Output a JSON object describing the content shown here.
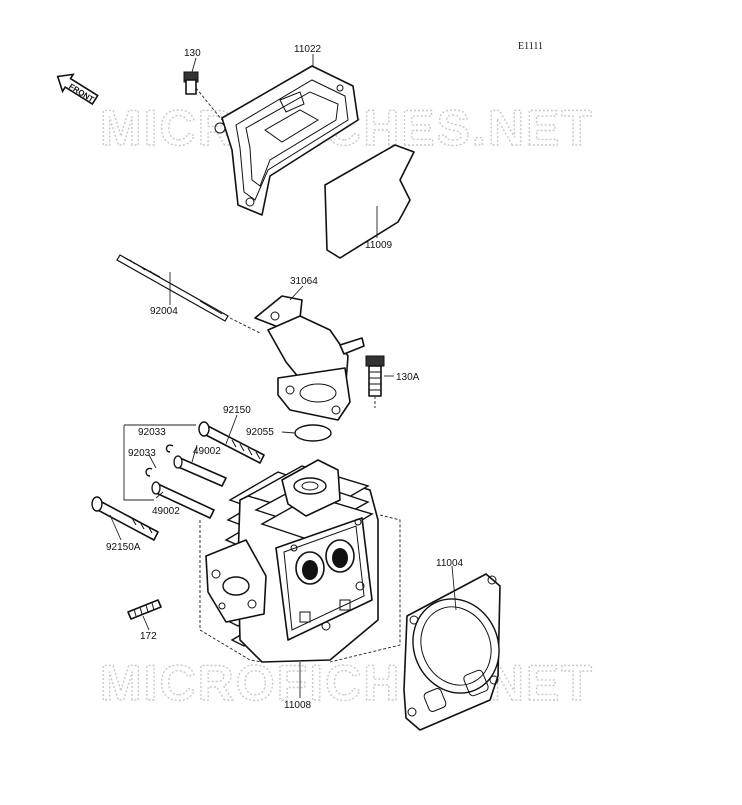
{
  "diagram": {
    "code": "E1111",
    "front_label": "FRONT",
    "watermark": "MICROFICHES.NET",
    "parts": {
      "p130": "130",
      "p11022": "11022",
      "p11009": "11009",
      "p92004": "92004",
      "p31064": "31064",
      "p130A": "130A",
      "p92150": "92150",
      "p92055": "92055",
      "p92033a": "92033",
      "p92033b": "92033",
      "p49002a": "49002",
      "p49002b": "49002",
      "p92150A": "92150A",
      "p11004": "11004",
      "p172": "172",
      "p11008": "11008"
    }
  }
}
